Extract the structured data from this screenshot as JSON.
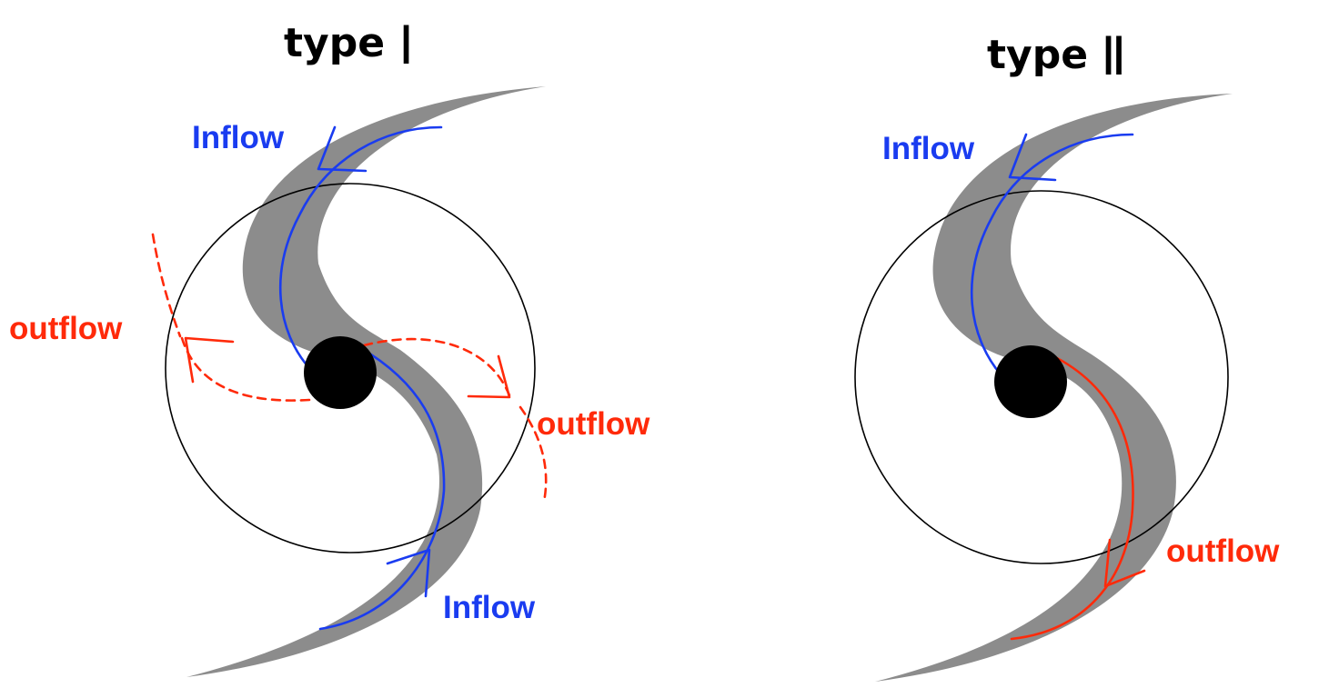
{
  "panels": [
    {
      "title_word": "type",
      "title_numeral": "Ⅰ",
      "labels": {
        "inflow_top": "Inflow",
        "inflow_bottom": "Inflow",
        "outflow_left": "outflow",
        "outflow_right": "outflow"
      }
    },
    {
      "title_word": "type",
      "title_numeral": "Ⅱ",
      "labels": {
        "inflow_top": "Inflow",
        "outflow_bottom": "outflow"
      }
    }
  ],
  "colors": {
    "inflow": "#1a3cf0",
    "outflow": "#ff2a0a",
    "band": "#8c8c8c",
    "ring": "#000000",
    "hole": "#000000"
  }
}
